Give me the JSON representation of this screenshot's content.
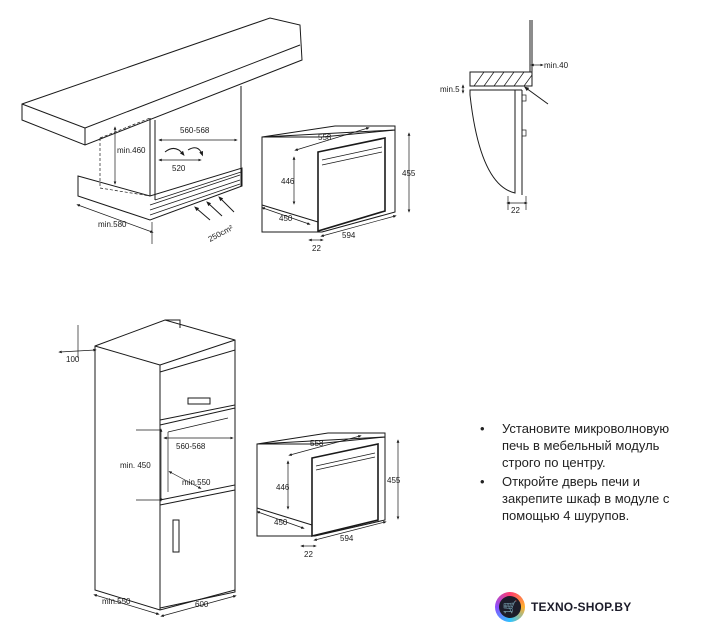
{
  "top_cabinet": {
    "min580": "min.580",
    "min460": "min.460",
    "w560_568": "560-568",
    "d520": "520",
    "vent": "250cm²"
  },
  "top_oven": {
    "w558": "558",
    "h446": "446",
    "h455": "455",
    "d450": "450",
    "w594": "594",
    "d22": "22"
  },
  "side_view": {
    "min40": "min.40",
    "min5": "min.5",
    "d22": "22"
  },
  "tall_cabinet": {
    "d100": "100",
    "w560_568": "560-568",
    "min450": "min. 450",
    "min550": "min.550",
    "min550_bottom": "min.550",
    "w600": "600"
  },
  "bottom_oven": {
    "w558": "558",
    "h446": "446",
    "h455": "455",
    "d450": "450",
    "w594": "594",
    "d22": "22"
  },
  "notes": [
    "Установите микроволновую печь в мебельный модуль строго по центру.",
    "Откройте дверь печи и закрепите шкаф в модуле с помощью 4 шурупов."
  ],
  "logo": {
    "text": "TEXNO-SHOP.BY"
  }
}
